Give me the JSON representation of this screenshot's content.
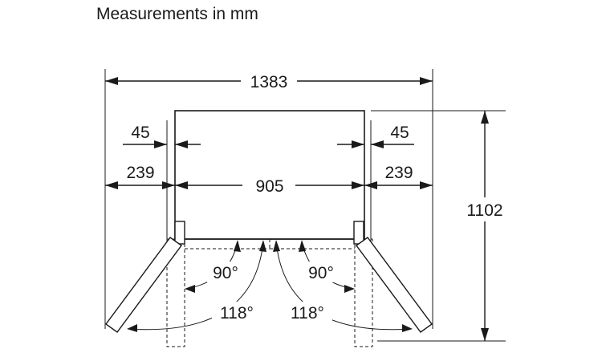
{
  "diagram": {
    "title": "Measurements in mm",
    "dimensions": {
      "overall_width": "1383",
      "side_gap_left": "45",
      "side_gap_right": "45",
      "door_clearance_left": "239",
      "door_clearance_right": "239",
      "cabinet_width": "905",
      "depth": "1102"
    },
    "angles": {
      "left_small": "90°",
      "right_small": "90°",
      "left_large": "118°",
      "right_large": "118°"
    }
  }
}
